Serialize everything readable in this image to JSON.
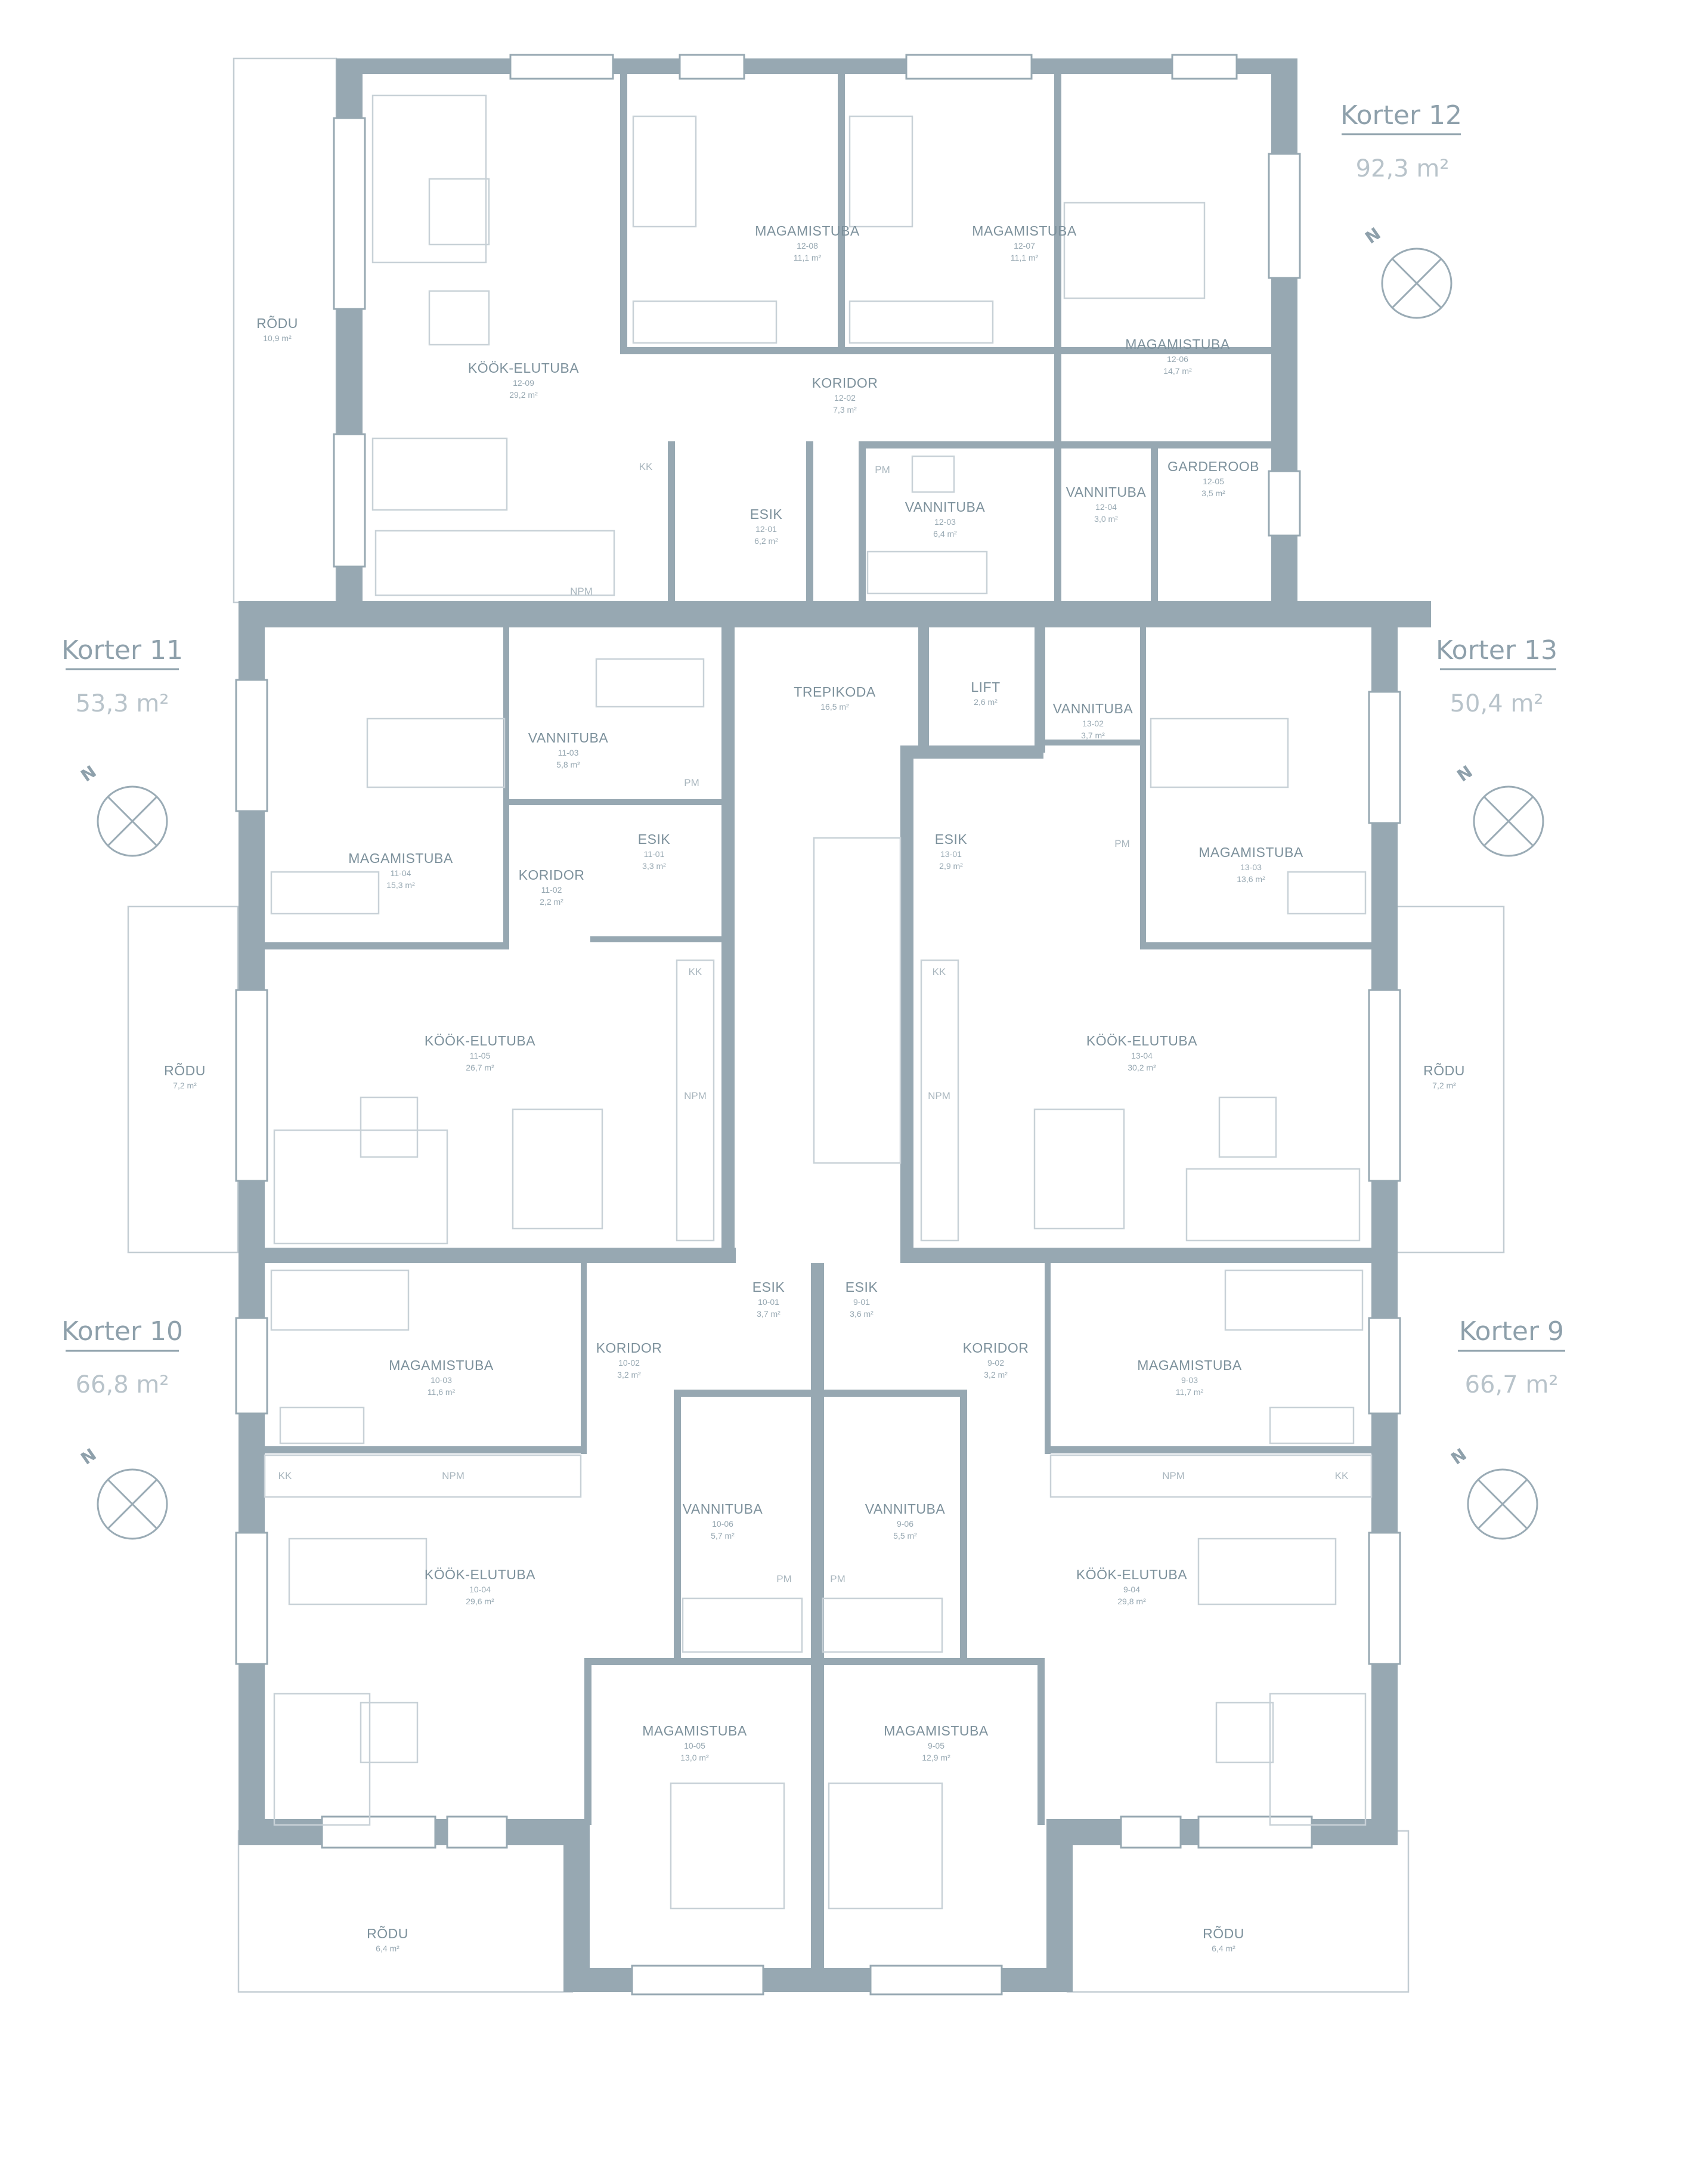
{
  "apartments": [
    {
      "name": "Korter 12",
      "area": "92,3 m²"
    },
    {
      "name": "Korter 11",
      "area": "53,3 m²"
    },
    {
      "name": "Korter 13",
      "area": "50,4 m²"
    },
    {
      "name": "Korter 10",
      "area": "66,8 m²"
    },
    {
      "name": "Korter 9",
      "area": "66,7 m²"
    }
  ],
  "compass_label": "N",
  "rooms": [
    {
      "name": "RÕDU",
      "id": "",
      "area": "10,9 m²"
    },
    {
      "name": "KÖÖK-ELUTUBA",
      "id": "12-09",
      "area": "29,2 m²"
    },
    {
      "name": "MAGAMISTUBA",
      "id": "12-08",
      "area": "11,1 m²"
    },
    {
      "name": "MAGAMISTUBA",
      "id": "12-07",
      "area": "11,1 m²"
    },
    {
      "name": "MAGAMISTUBA",
      "id": "12-06",
      "area": "14,7 m²"
    },
    {
      "name": "KORIDOR",
      "id": "12-02",
      "area": "7,3 m²"
    },
    {
      "name": "ESIK",
      "id": "12-01",
      "area": "6,2 m²"
    },
    {
      "name": "VANNITUBA",
      "id": "12-03",
      "area": "6,4 m²"
    },
    {
      "name": "VANNITUBA",
      "id": "12-04",
      "area": "3,0 m²"
    },
    {
      "name": "GARDEROOB",
      "id": "12-05",
      "area": "3,5 m²"
    },
    {
      "name": "TREPIKODA",
      "id": "",
      "area": "16,5 m²"
    },
    {
      "name": "LIFT",
      "id": "",
      "area": "2,6 m²"
    },
    {
      "name": "VANNITUBA",
      "id": "11-03",
      "area": "5,8 m²"
    },
    {
      "name": "MAGAMISTUBA",
      "id": "11-04",
      "area": "15,3 m²"
    },
    {
      "name": "KORIDOR",
      "id": "11-02",
      "area": "2,2 m²"
    },
    {
      "name": "ESIK",
      "id": "11-01",
      "area": "3,3 m²"
    },
    {
      "name": "KÖÖK-ELUTUBA",
      "id": "11-05",
      "area": "26,7 m²"
    },
    {
      "name": "RÕDU",
      "id": "",
      "area": "7,2 m²"
    },
    {
      "name": "VANNITUBA",
      "id": "13-02",
      "area": "3,7 m²"
    },
    {
      "name": "MAGAMISTUBA",
      "id": "13-03",
      "area": "13,6 m²"
    },
    {
      "name": "ESIK",
      "id": "13-01",
      "area": "2,9 m²"
    },
    {
      "name": "KÖÖK-ELUTUBA",
      "id": "13-04",
      "area": "30,2 m²"
    },
    {
      "name": "RÕDU",
      "id": "",
      "area": "7,2 m²"
    },
    {
      "name": "ESIK",
      "id": "10-01",
      "area": "3,7 m²"
    },
    {
      "name": "ESIK",
      "id": "9-01",
      "area": "3,6 m²"
    },
    {
      "name": "KORIDOR",
      "id": "10-02",
      "area": "3,2 m²"
    },
    {
      "name": "KORIDOR",
      "id": "9-02",
      "area": "3,2 m²"
    },
    {
      "name": "MAGAMISTUBA",
      "id": "10-03",
      "area": "11,6 m²"
    },
    {
      "name": "MAGAMISTUBA",
      "id": "9-03",
      "area": "11,7 m²"
    },
    {
      "name": "VANNITUBA",
      "id": "10-06",
      "area": "5,7 m²"
    },
    {
      "name": "VANNITUBA",
      "id": "9-06",
      "area": "5,5 m²"
    },
    {
      "name": "KÖÖK-ELUTUBA",
      "id": "10-04",
      "area": "29,6 m²"
    },
    {
      "name": "KÖÖK-ELUTUBA",
      "id": "9-04",
      "area": "29,8 m²"
    },
    {
      "name": "MAGAMISTUBA",
      "id": "10-05",
      "area": "13,0 m²"
    },
    {
      "name": "MAGAMISTUBA",
      "id": "9-05",
      "area": "12,9 m²"
    },
    {
      "name": "RÕDU",
      "id": "",
      "area": "6,4 m²"
    },
    {
      "name": "RÕDU",
      "id": "",
      "area": "6,4 m²"
    }
  ],
  "fixture_labels": {
    "kk": "KK",
    "npm": "NPM",
    "pm": "PM"
  }
}
